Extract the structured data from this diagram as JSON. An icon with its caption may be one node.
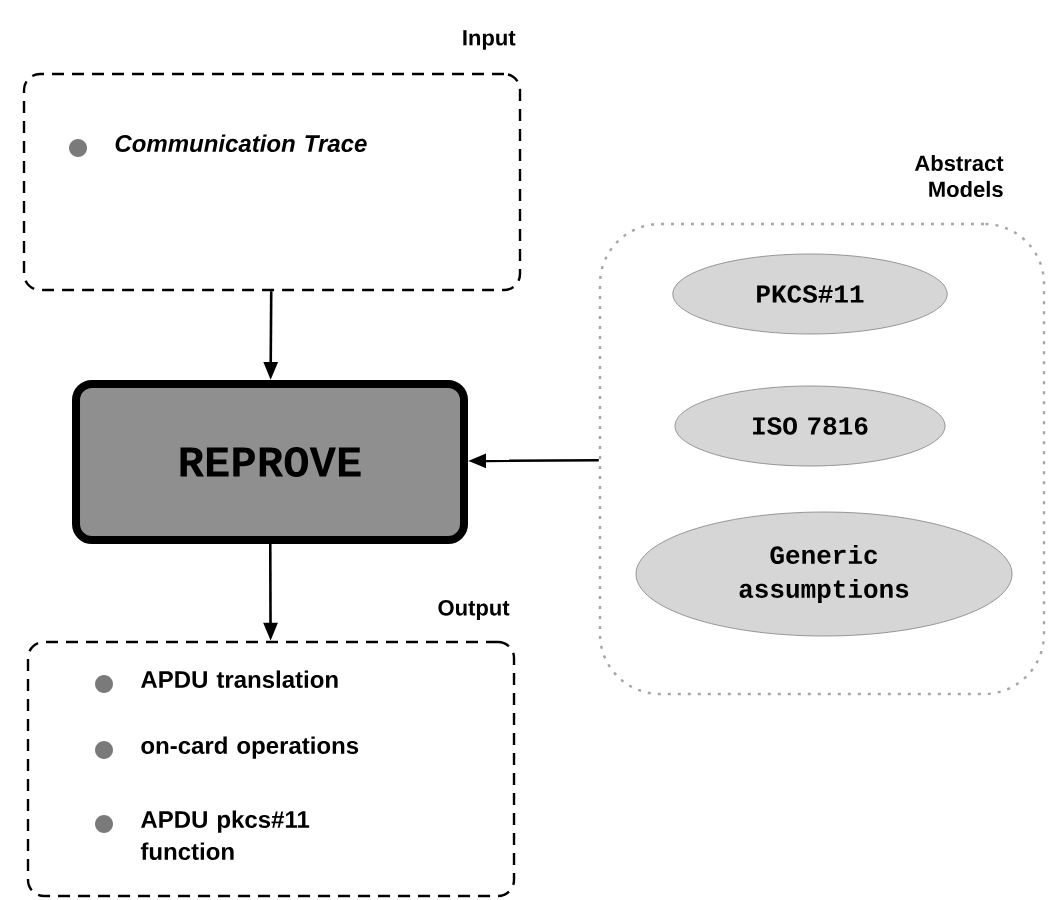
{
  "diagram": {
    "nodes": [
      {
        "text": [
          "Input",
          "Communication Trace"
        ]
      },
      {
        "text": [
          "REPROVE"
        ]
      },
      {
        "text": [
          "Output",
          "APDU translation",
          "on-card operations",
          "APDU pkcs#11 function"
        ]
      },
      {
        "text": [
          "Abstract Models"
        ]
      },
      {
        "text": [
          "PKCS#11"
        ],
        "in": 3
      },
      {
        "text": [
          "ISO 7816"
        ],
        "in": 3
      },
      {
        "text": [
          "Generic assumptions"
        ],
        "in": 3
      }
    ],
    "edges": [
      {
        "from": 0,
        "to": 1,
        "arrow": "to"
      },
      {
        "from": 1,
        "to": 2,
        "arrow": "to"
      },
      {
        "from": 3,
        "to": 1,
        "arrow": "to"
      }
    ]
  }
}
